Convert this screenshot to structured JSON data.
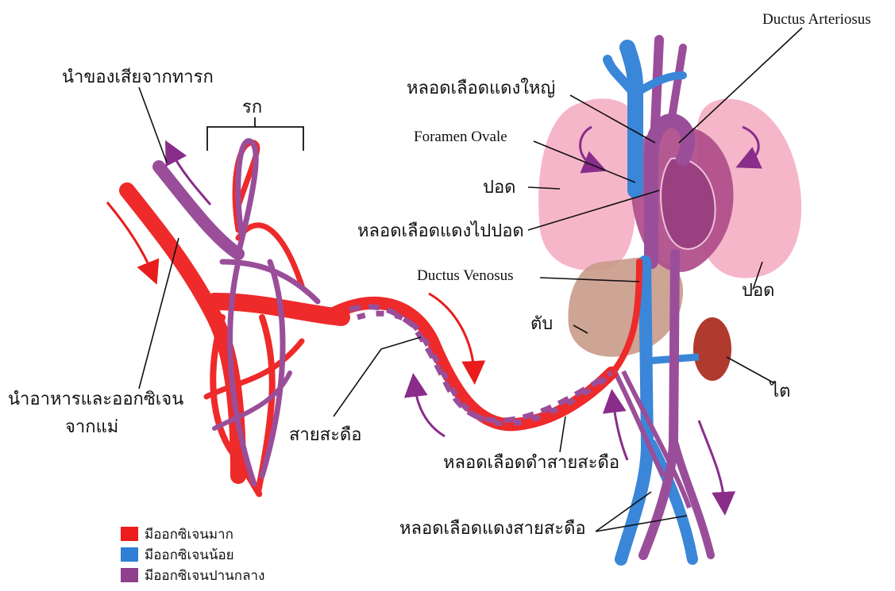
{
  "labels": {
    "placenta": "รก",
    "waste_to_placenta": "นำของเสียจากทารก",
    "nutrients_from_mother_1": "นำอาหารและออกซิเจน",
    "nutrients_from_mother_2": "จากแม่",
    "umbilical_cord": "สายสะดือ",
    "ductus_arteriosus": "Ductus  Arteriosus",
    "aorta": "หลอดเลือดแดงใหญ่",
    "foramen_ovale": "Foramen  Ovale",
    "lung_left": "ปอด",
    "pulmonary_artery": "หลอดเลือดแดงไปปอด",
    "ductus_venosus": "Ductus  Venosus",
    "lung_right": "ปอด",
    "liver": "ตับ",
    "kidney": "ไต",
    "umbilical_vein": "หลอดเลือดดำสายสะดือ",
    "umbilical_arteries": "หลอดเลือดแดงสายสะดือ"
  },
  "legend": [
    {
      "label": "มีออกซิเจนมาก",
      "color": "#ee1c1c"
    },
    {
      "label": "มีออกซิเจนน้อย",
      "color": "#2f7fd6"
    },
    {
      "label": "มีออกซิเจนปานกลาง",
      "color": "#8e3f8e"
    }
  ],
  "colors": {
    "high_oxygen": "#ee2a2a",
    "low_oxygen": "#3a86d8",
    "medium_oxygen": "#9a4e9a",
    "arrow_red": "#e81c1c",
    "arrow_purple": "#8a2d8a",
    "lung": "#f4a9c0",
    "liver": "#c99a8a",
    "kidney": "#b03a2e",
    "heart": "#b0508c"
  }
}
